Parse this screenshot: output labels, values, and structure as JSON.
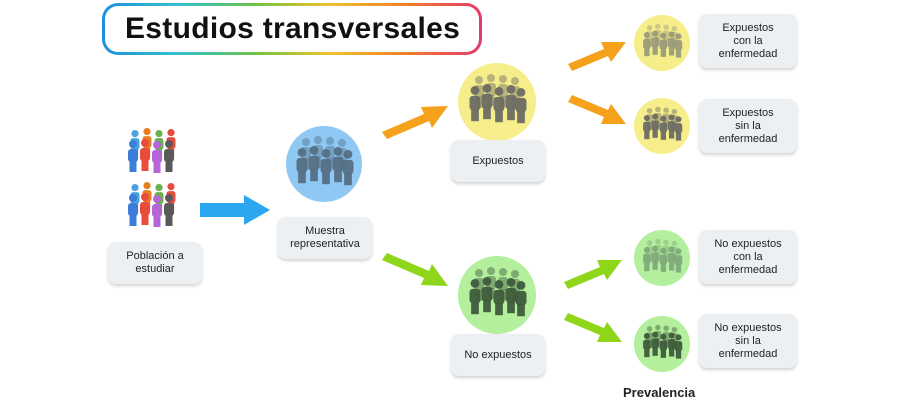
{
  "title": "Estudios transversales",
  "nodes": {
    "poblacion": "Población a\nestudiar",
    "muestra": "Muestra\nrepresentativa",
    "expuestos": "Expuestos",
    "no_expuestos": "No expuestos",
    "exp_con": "Expuestos\ncon la\nenfermedad",
    "exp_sin": "Expuestos\nsin la\nenfermedad",
    "noexp_con": "No expuestos\ncon la\nenfermedad",
    "noexp_sin": "No expuestos\nsin la\nenfermedad"
  },
  "footer": "Prevalencia",
  "colors": {
    "blue_arrow": "#2aa7f0",
    "orange_arrow": "#f5a11c",
    "green_arrow": "#8fd61a",
    "blue_circle": "#8fc8f3",
    "yellow_circle": "#f6ee8a",
    "green_circle": "#b3ef9c"
  },
  "icons": [
    "people-group-icon",
    "arrow-right-icon"
  ]
}
